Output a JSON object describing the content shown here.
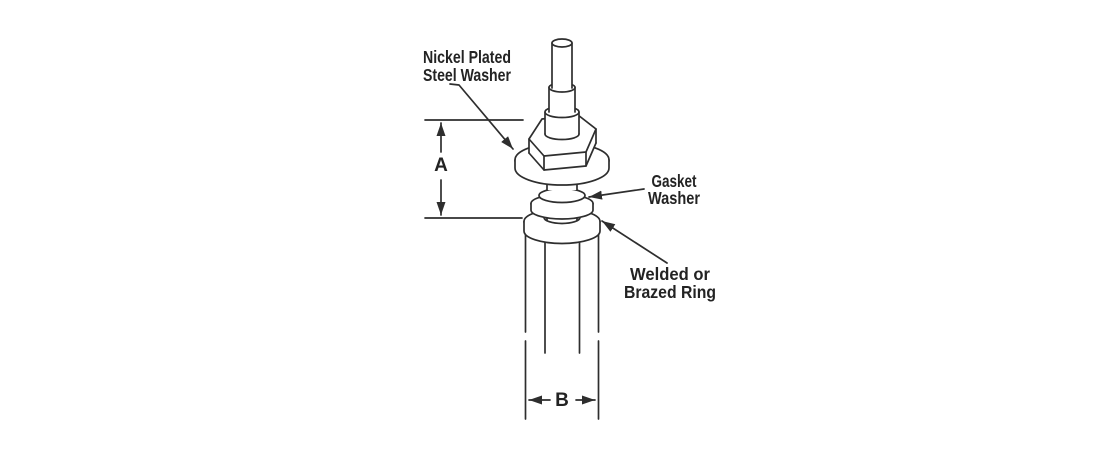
{
  "diagram": {
    "description_colors": {
      "background": "#ffffff",
      "line_color": "#2e2e2e",
      "text_color": "#232323"
    },
    "labels": {
      "steel_washer": {
        "line1": "Nickel Plated",
        "line2": "Steel Washer"
      },
      "gasket_washer": {
        "line1": "Gasket",
        "line2": "Washer"
      },
      "brazed_ring": {
        "line1": "Welded or",
        "line2": "Brazed Ring"
      }
    },
    "dimensions": {
      "a": "A",
      "b": "B"
    }
  }
}
